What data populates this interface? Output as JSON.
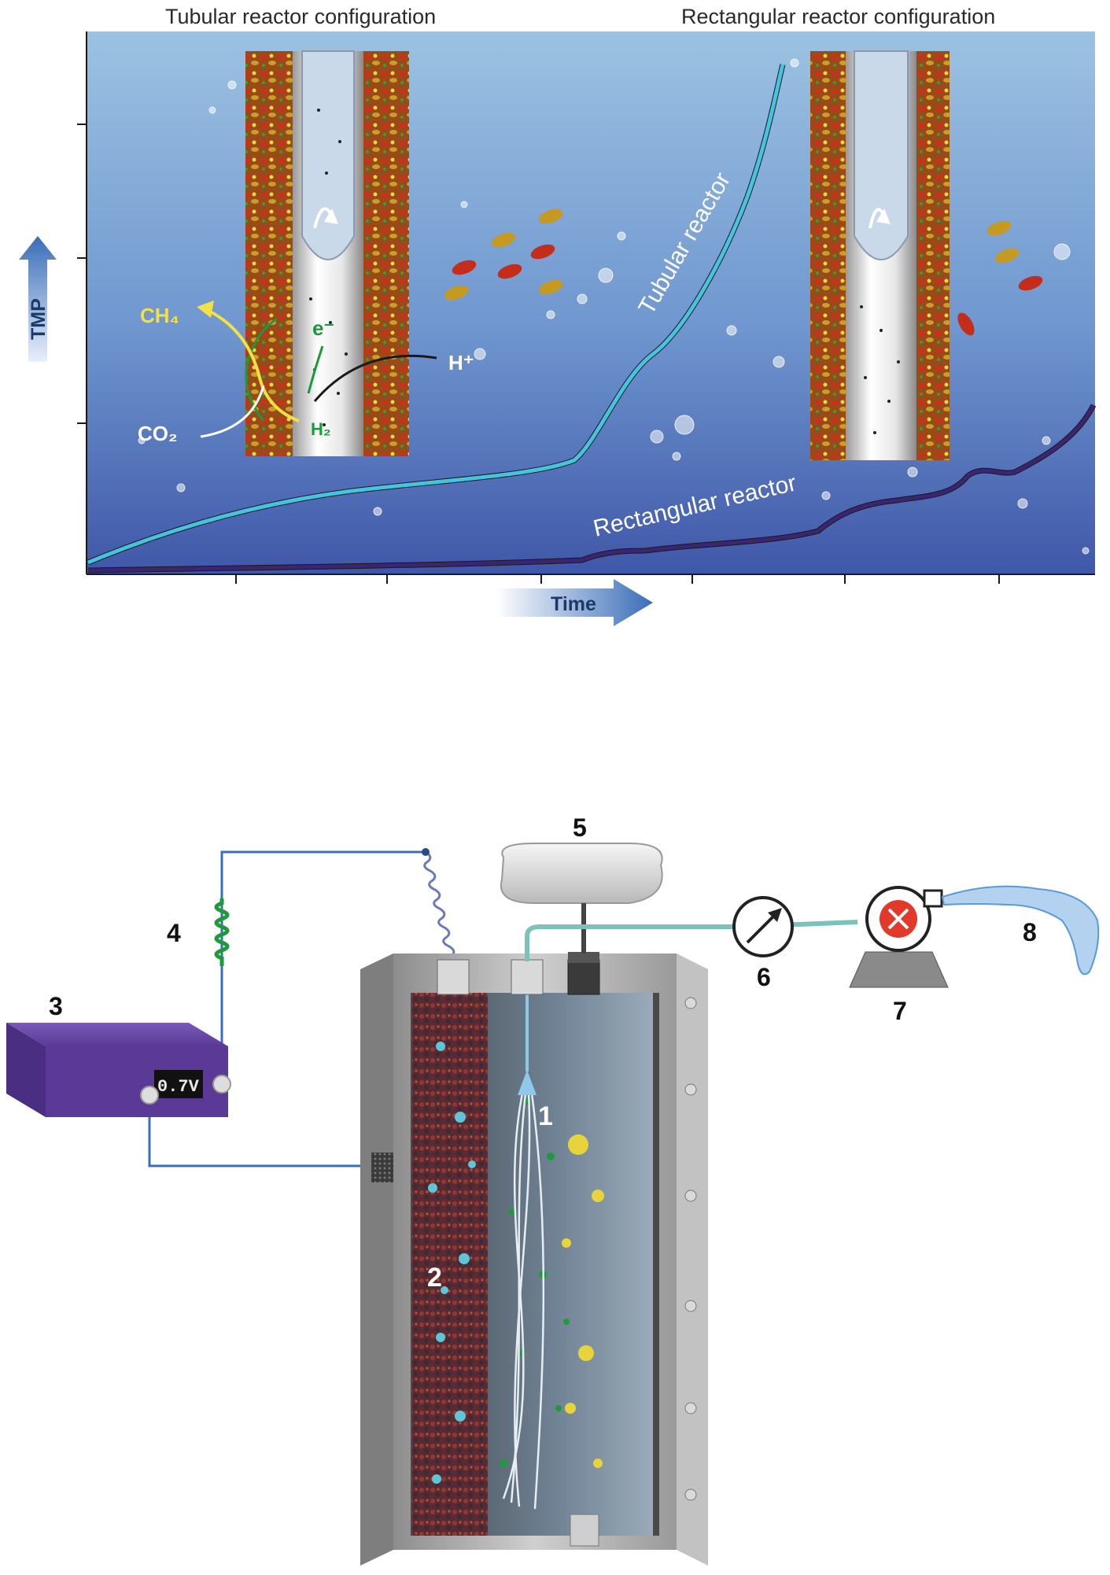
{
  "top_panel": {
    "left_heading": "Tubular reactor configuration",
    "right_heading": "Rectangular reactor configuration",
    "y_axis_label": "TMP",
    "x_axis_label": "Time",
    "curve_tubular_label": "Tubular reactor",
    "curve_rectangular_label": "Rectangular reactor",
    "chemistry": {
      "ch4": "CH₄",
      "co2": "CO₂",
      "h2": "H₂",
      "electron": "e⁻",
      "proton": "H⁺"
    },
    "colors": {
      "tubular_curve": "#45c3e0",
      "rectangular_curve": "#3b2470",
      "background_top": "#9cc2e2",
      "background_bottom": "#3f57a8"
    }
  },
  "bottom_panel": {
    "labels": [
      "1",
      "2",
      "3",
      "4",
      "5",
      "6",
      "7",
      "8"
    ],
    "power_supply_display": "0.7V",
    "colors": {
      "wire": "#3a6fb5",
      "resistor": "#1f9a3a",
      "power_supply": "#5a3a96",
      "pump_core": "#e23a2a",
      "tube": "#7cc2b8"
    }
  }
}
